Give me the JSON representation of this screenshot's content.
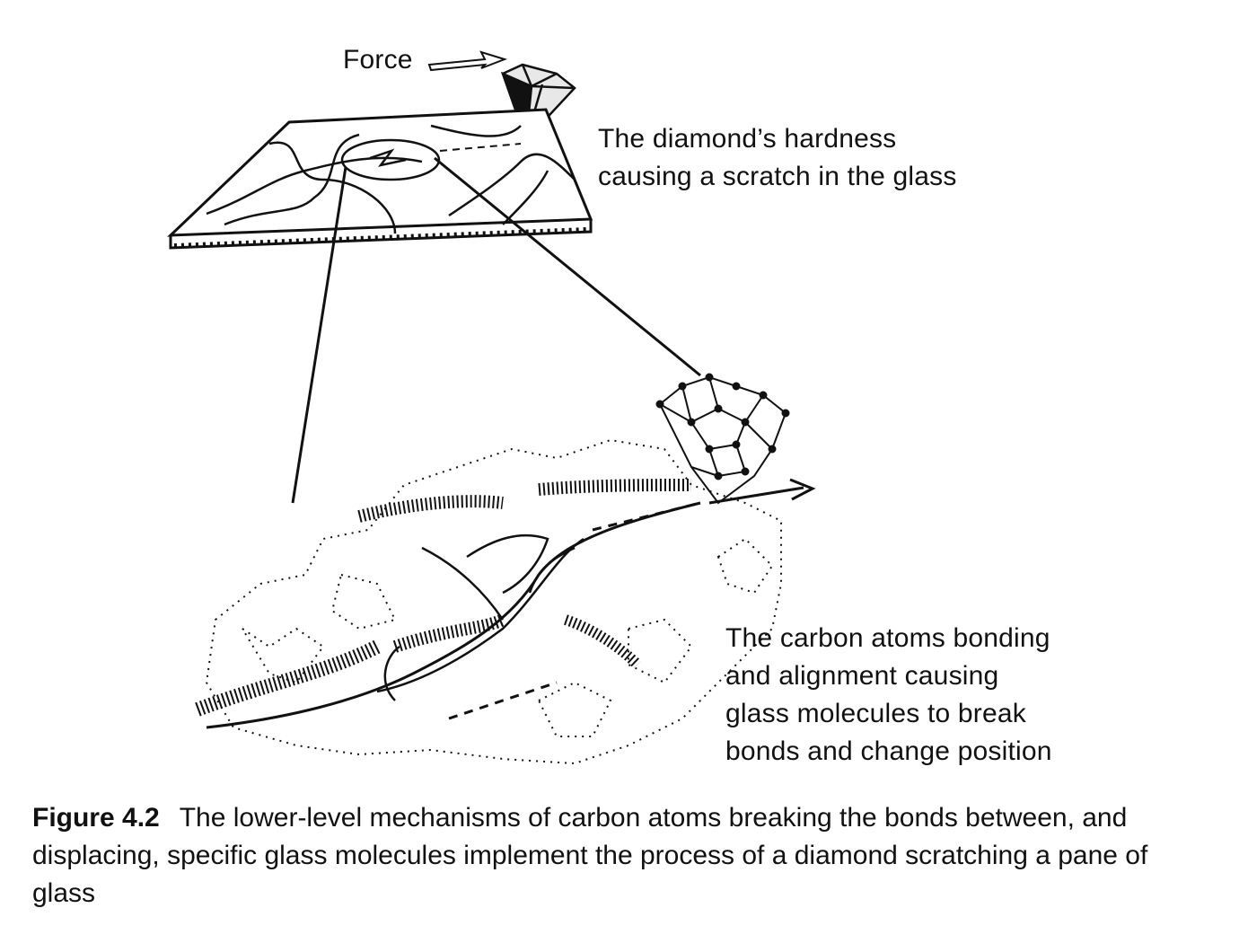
{
  "labels": {
    "force": "Force",
    "diamond_caption": [
      "The diamond’s hardness",
      "causing a scratch in the glass"
    ],
    "carbon_caption": [
      "The carbon atoms bonding",
      "and alignment causing",
      "glass molecules to break",
      "bonds and change position"
    ]
  },
  "caption": {
    "figure_number": "Figure 4.2",
    "text": "The lower-level mechanisms of carbon atoms breaking the bonds between, and displacing, specific glass molecules implement the process of a diamond scratching a pane of glass"
  }
}
